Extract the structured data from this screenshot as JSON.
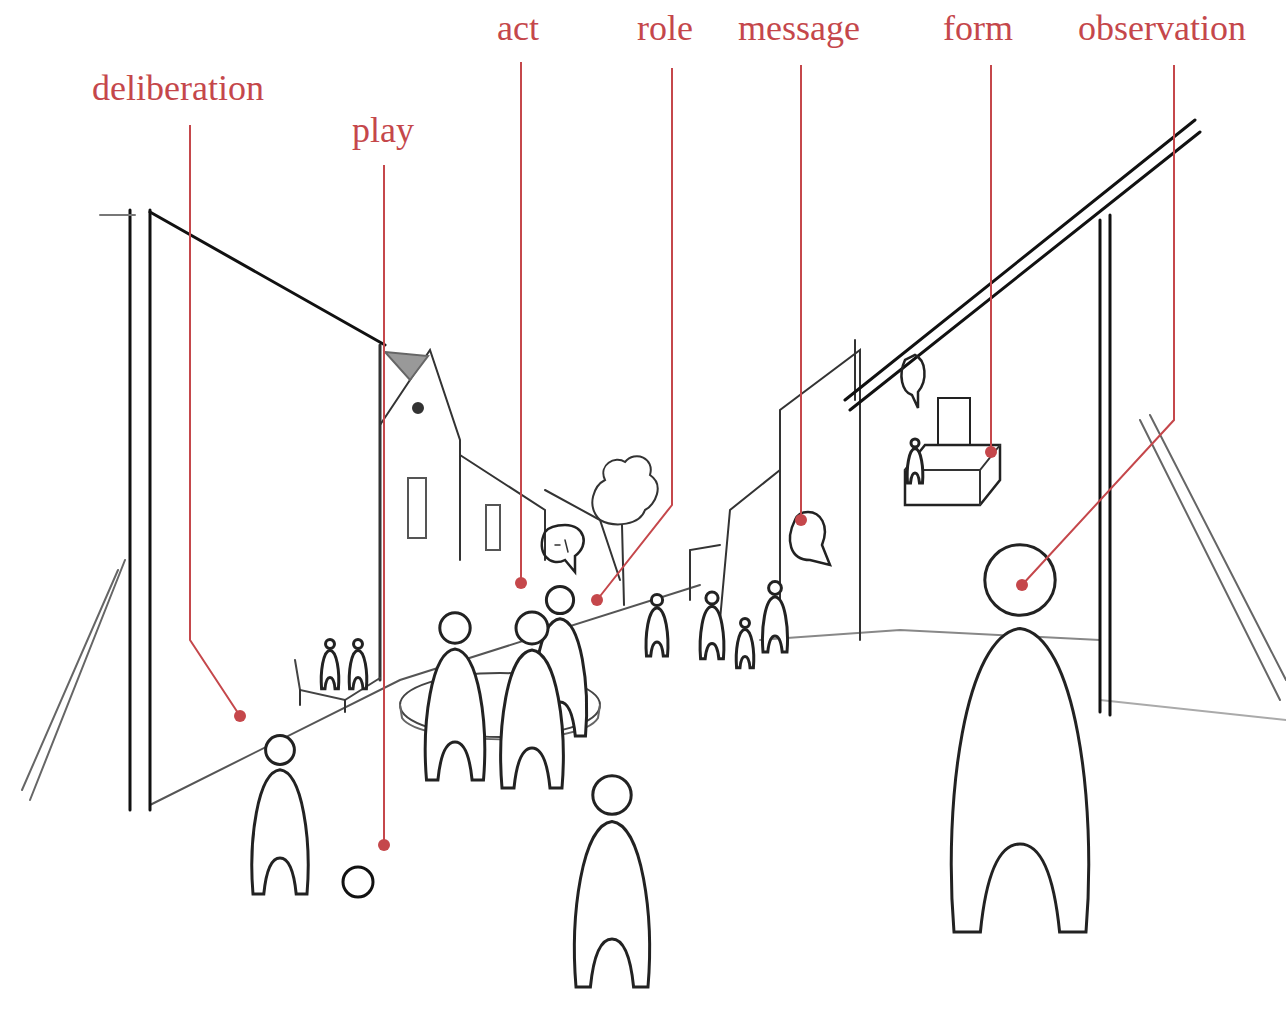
{
  "diagram": {
    "labels": [
      "deliberation",
      "play",
      "act",
      "role",
      "message",
      "form",
      "observation"
    ]
  }
}
